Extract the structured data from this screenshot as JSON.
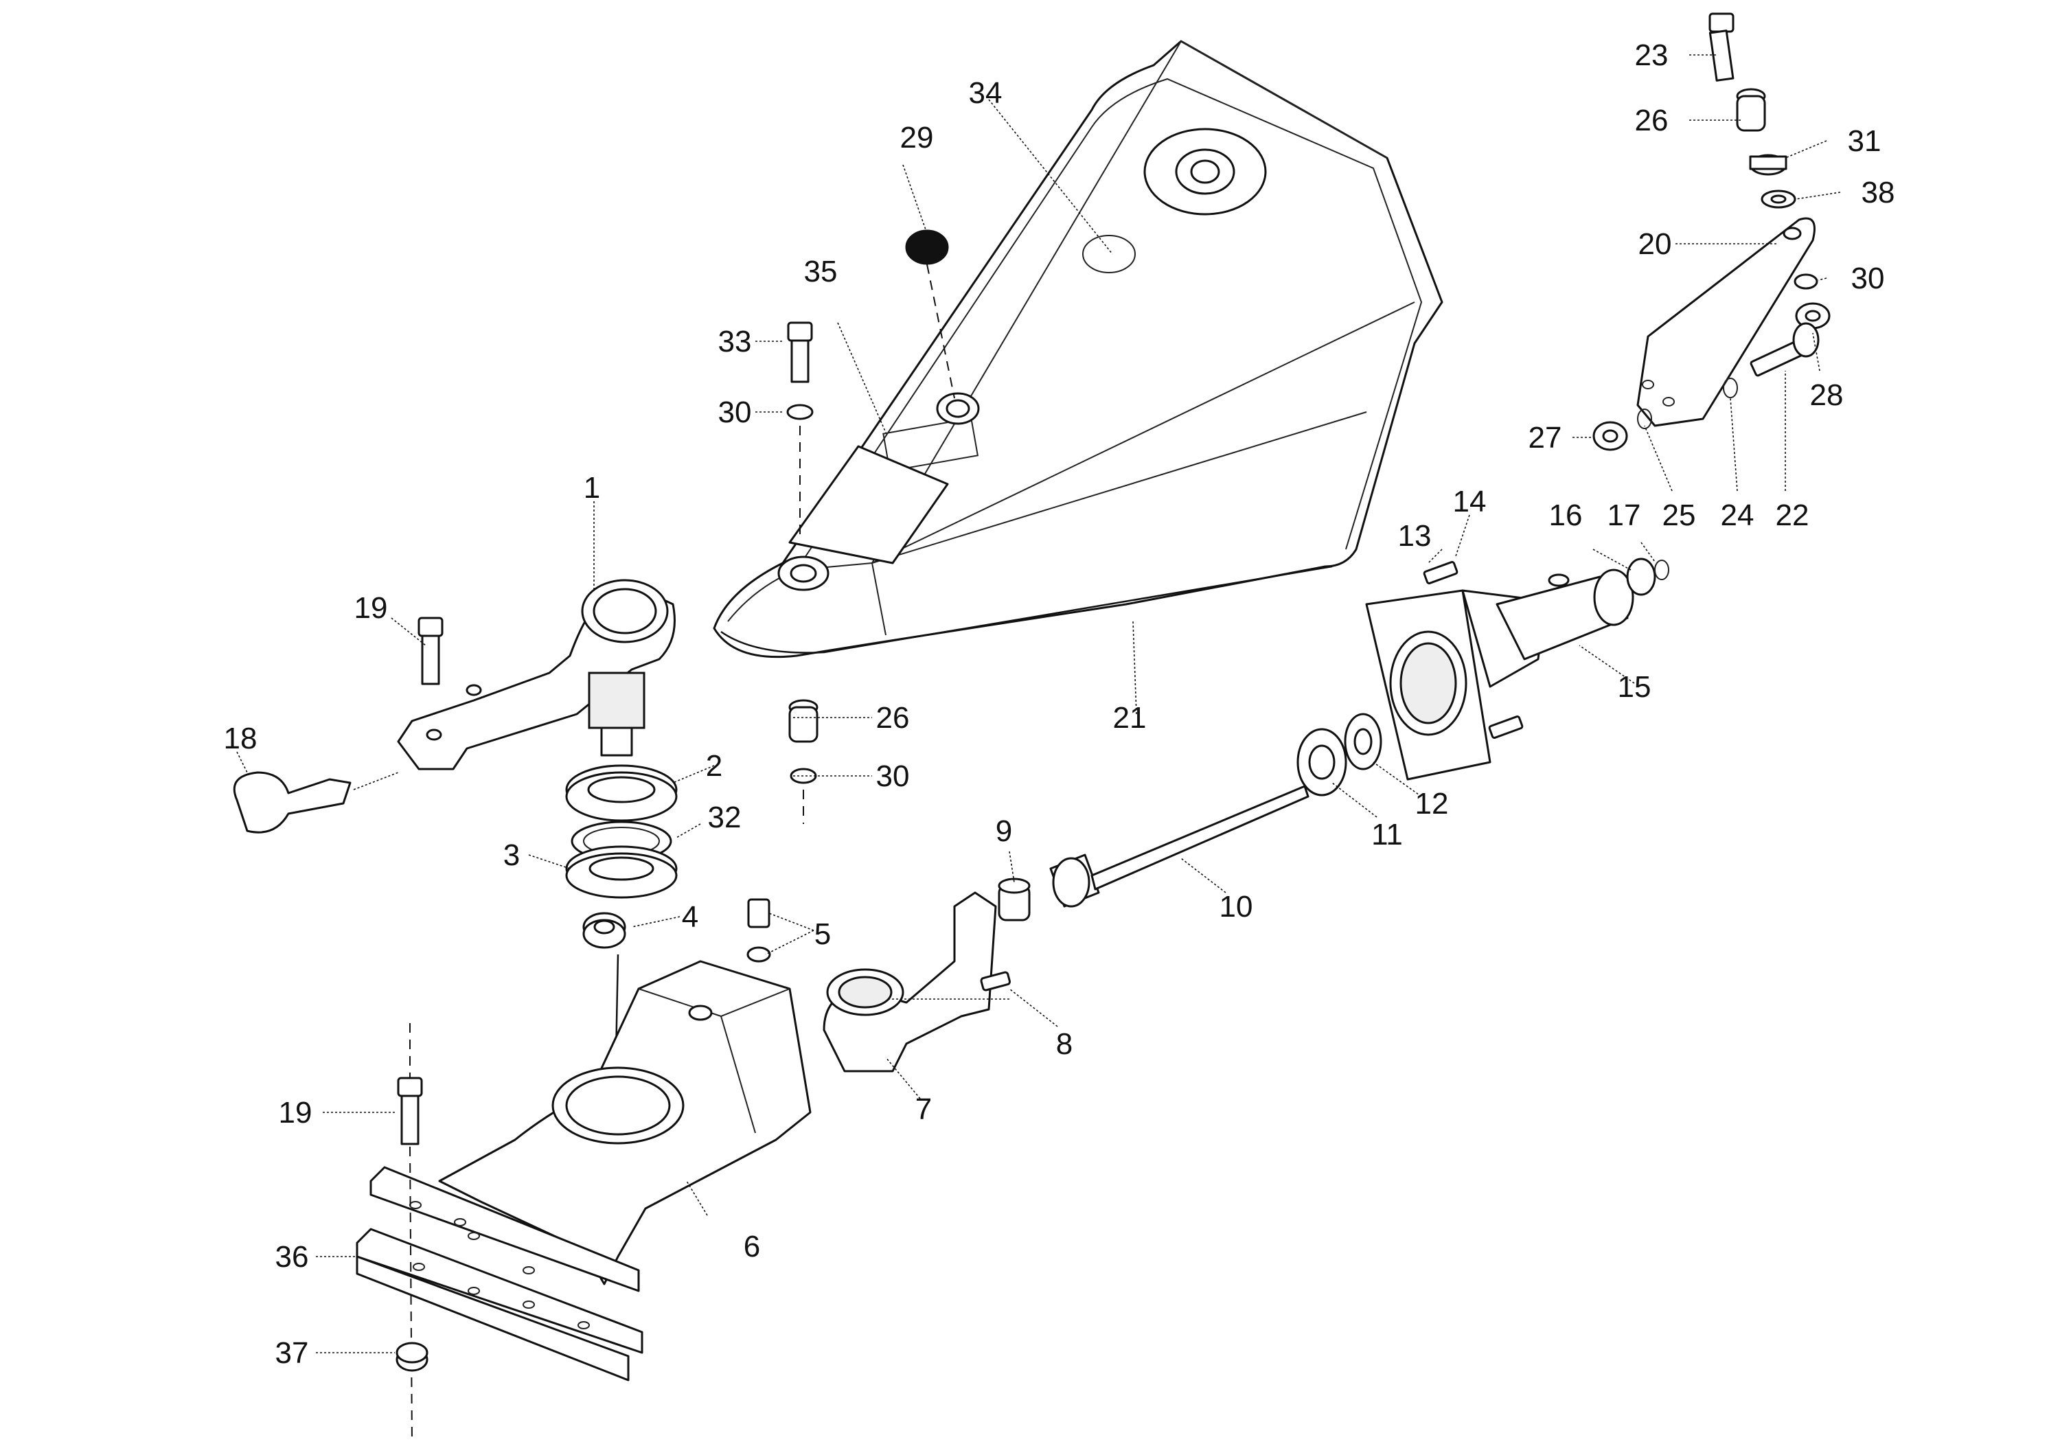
{
  "callouts": {
    "c1": "1",
    "c2": "2",
    "c3": "3",
    "c4": "4",
    "c5": "5",
    "c6": "6",
    "c7": "7",
    "c8": "8",
    "c9": "9",
    "c10": "10",
    "c11": "11",
    "c12": "12",
    "c13": "13",
    "c14": "14",
    "c15": "15",
    "c16": "16",
    "c17": "17",
    "c18": "18",
    "c19a": "19",
    "c19b": "19",
    "c20": "20",
    "c21": "21",
    "c22": "22",
    "c23": "23",
    "c24": "24",
    "c25": "25",
    "c26a": "26",
    "c26b": "26",
    "c27": "27",
    "c28": "28",
    "c29": "29",
    "c30a": "30",
    "c30b": "30",
    "c30c": "30",
    "c31": "31",
    "c32": "32",
    "c33": "33",
    "c34": "34",
    "c35": "35",
    "c36": "36",
    "c37": "37",
    "c38": "38"
  },
  "colors": {
    "line": "#111111",
    "background": "#ffffff"
  }
}
